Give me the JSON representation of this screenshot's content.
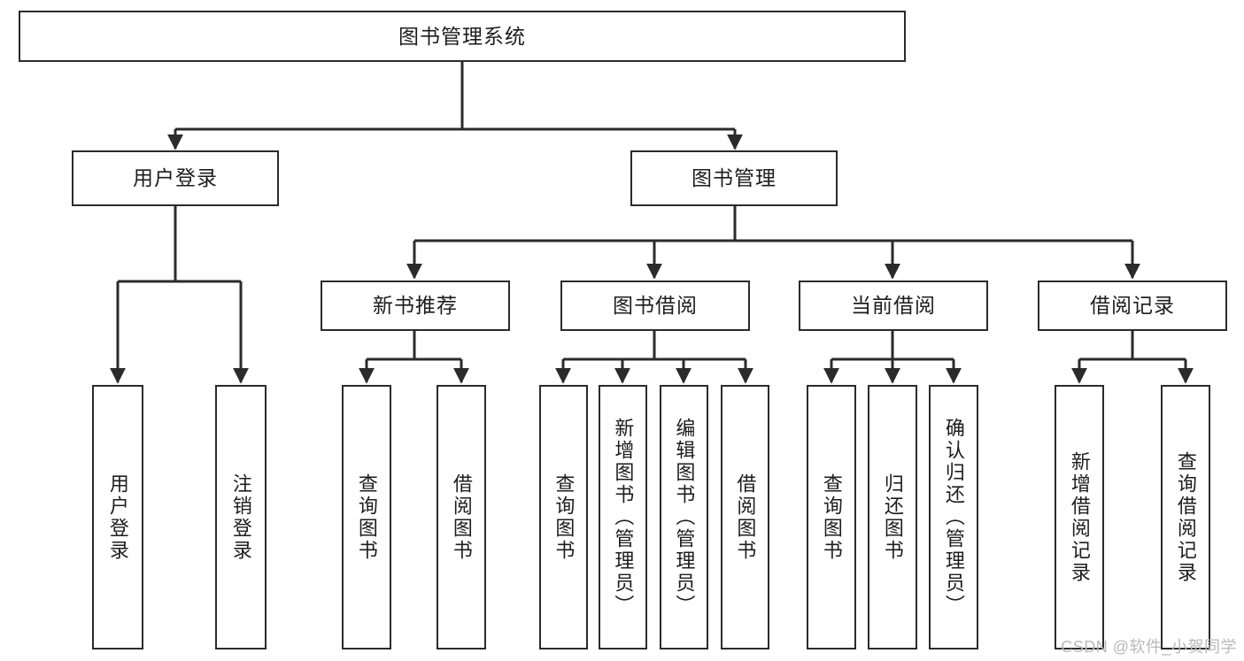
{
  "diagram": {
    "title": "图书管理系统",
    "type": "functional-decomposition-tree",
    "watermark": "CSDN @软件_小贺同学",
    "colors": {
      "background": "#ffffff",
      "box_border": "#2b2b2b",
      "box_fill": "#ffffff",
      "text": "#1d1d1d",
      "connector": "#2b2b2b",
      "watermark": "#b9b9b9"
    },
    "levels": {
      "root": "图书管理系统",
      "level2": [
        "用户登录",
        "图书管理"
      ],
      "level3": [
        "新书推荐",
        "图书借阅",
        "当前借阅",
        "借阅记录"
      ]
    },
    "nodes": {
      "root": {
        "label": "图书管理系统"
      },
      "user_login": {
        "label": "用户登录"
      },
      "book_manage": {
        "label": "图书管理"
      },
      "new_book_rec": {
        "label": "新书推荐"
      },
      "book_borrow": {
        "label": "图书借阅"
      },
      "current_borrow": {
        "label": "当前借阅"
      },
      "borrow_record": {
        "label": "借阅记录"
      },
      "leaf_user_login": {
        "label": "用户登录"
      },
      "leaf_logout": {
        "label": "注销登录"
      },
      "leaf_query_book_1": {
        "label": "查询图书"
      },
      "leaf_borrow_book_1": {
        "label": "借阅图书"
      },
      "leaf_query_book_2": {
        "label": "查询图书"
      },
      "leaf_add_book": {
        "label": "新增图书（管理员）"
      },
      "leaf_edit_book": {
        "label": "编辑图书（管理员）"
      },
      "leaf_borrow_book_2": {
        "label": "借阅图书"
      },
      "leaf_query_book_3": {
        "label": "查询图书"
      },
      "leaf_return_book": {
        "label": "归还图书"
      },
      "leaf_confirm_return": {
        "label": "确认归还（管理员）"
      },
      "leaf_add_record": {
        "label": "新增借阅记录"
      },
      "leaf_query_record": {
        "label": "查询借阅记录"
      }
    },
    "edges": [
      {
        "from": "图书管理系统",
        "to": "用户登录"
      },
      {
        "from": "图书管理系统",
        "to": "图书管理"
      },
      {
        "from": "用户登录",
        "to": "用户登录"
      },
      {
        "from": "用户登录",
        "to": "注销登录"
      },
      {
        "from": "图书管理",
        "to": "新书推荐"
      },
      {
        "from": "图书管理",
        "to": "图书借阅"
      },
      {
        "from": "图书管理",
        "to": "当前借阅"
      },
      {
        "from": "图书管理",
        "to": "借阅记录"
      },
      {
        "from": "新书推荐",
        "to": "查询图书"
      },
      {
        "from": "新书推荐",
        "to": "借阅图书"
      },
      {
        "from": "图书借阅",
        "to": "查询图书"
      },
      {
        "from": "图书借阅",
        "to": "新增图书（管理员）"
      },
      {
        "from": "图书借阅",
        "to": "编辑图书（管理员）"
      },
      {
        "from": "图书借阅",
        "to": "借阅图书"
      },
      {
        "from": "当前借阅",
        "to": "查询图书"
      },
      {
        "from": "当前借阅",
        "to": "归还图书"
      },
      {
        "from": "当前借阅",
        "to": "确认归还（管理员）"
      },
      {
        "from": "借阅记录",
        "to": "新增借阅记录"
      },
      {
        "from": "借阅记录",
        "to": "查询借阅记录"
      }
    ]
  }
}
